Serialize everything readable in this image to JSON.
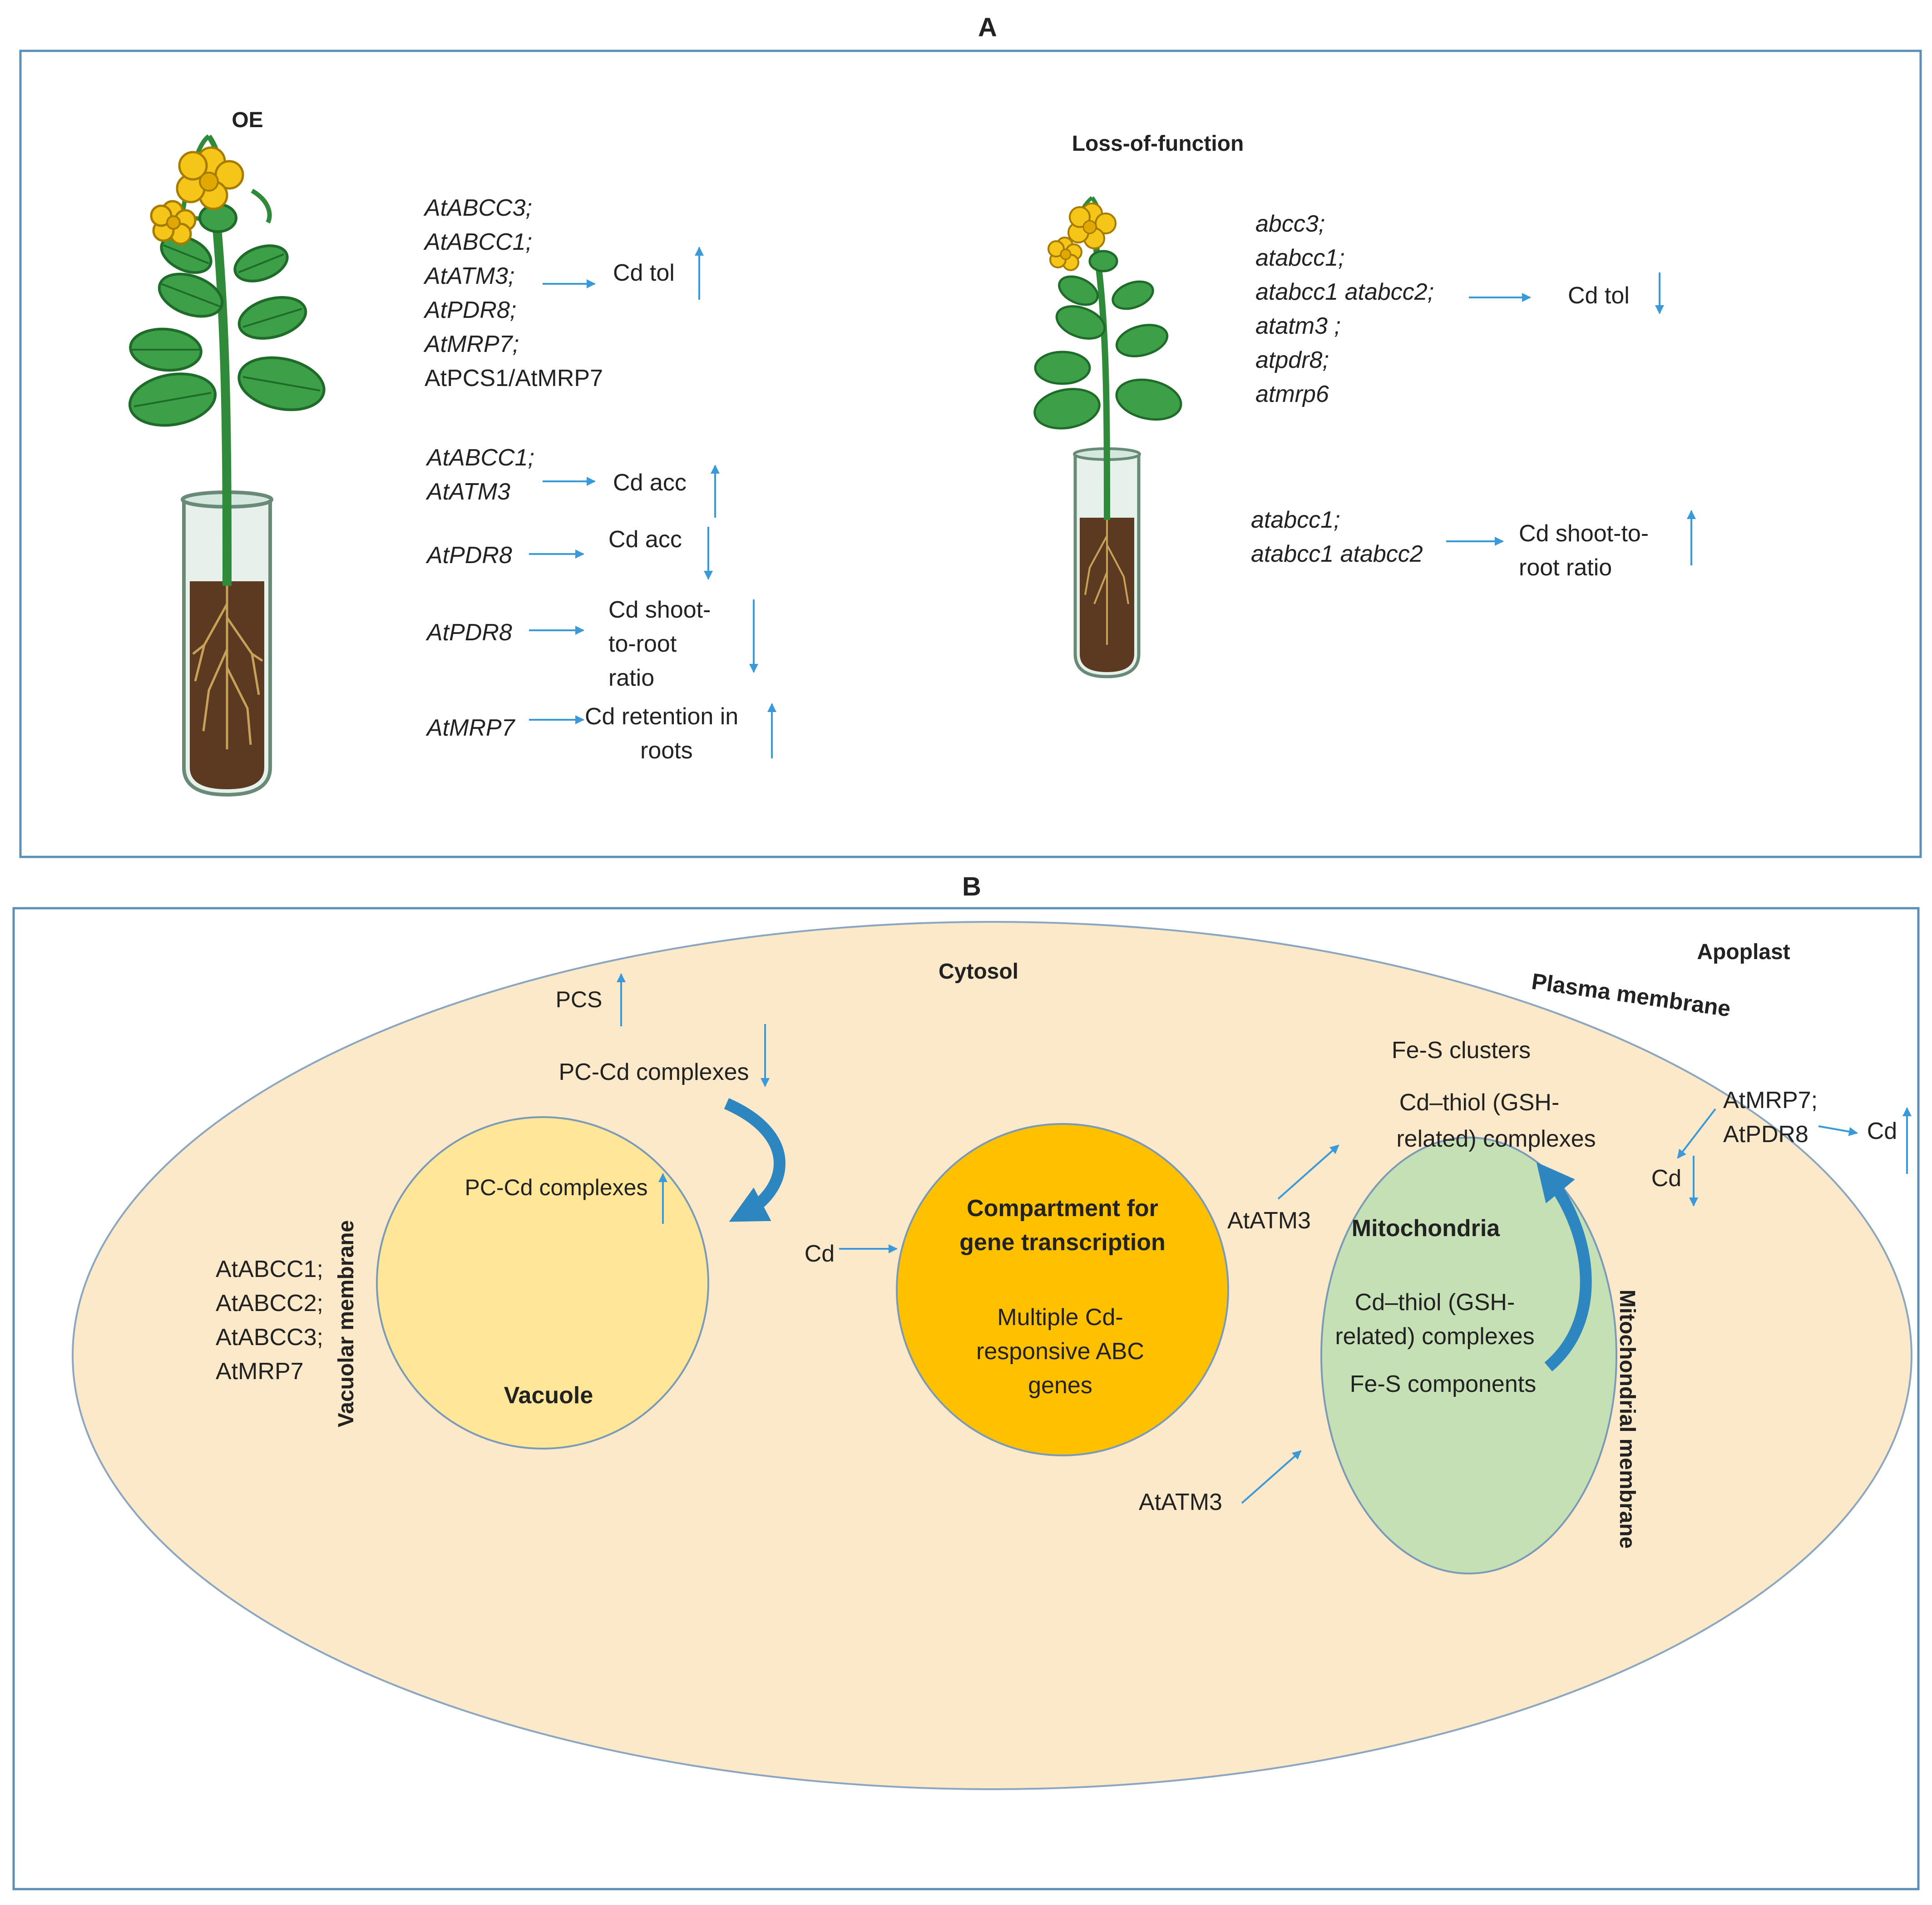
{
  "panel_a": {
    "label": "A",
    "oe": {
      "title": "OE",
      "groups": [
        {
          "genes": [
            "AtABCC3;",
            "AtABCC1;",
            "AtATM3;",
            "AtPDR8;",
            "AtMRP7;",
            "AtPCS1/AtMRP7"
          ],
          "effect": [
            "Cd tol"
          ],
          "direction": "up"
        },
        {
          "genes": [
            "AtABCC1;",
            "AtATM3"
          ],
          "effect": [
            "Cd acc"
          ],
          "direction": "up"
        },
        {
          "genes": [
            "AtPDR8"
          ],
          "effect": [
            "Cd acc"
          ],
          "direction": "down"
        },
        {
          "genes": [
            "AtPDR8"
          ],
          "effect": [
            "Cd shoot-",
            "to-root",
            "ratio"
          ],
          "direction": "down"
        },
        {
          "genes": [
            "AtMRP7"
          ],
          "effect": [
            "Cd retention in",
            "roots"
          ],
          "direction": "up"
        }
      ]
    },
    "lof": {
      "title": "Loss-of-function",
      "groups": [
        {
          "genes": [
            "abcc3;",
            "atabcc1;",
            "atabcc1 atabcc2;",
            "atatm3 ;",
            "atpdr8;",
            "atmrp6"
          ],
          "effect": [
            "Cd tol"
          ],
          "direction": "down"
        },
        {
          "genes": [
            "atabcc1;",
            "atabcc1 atabcc2"
          ],
          "effect": [
            "Cd shoot-to-",
            "root ratio"
          ],
          "direction": "up"
        }
      ]
    }
  },
  "panel_b": {
    "label": "B",
    "apoplast": "Apoplast",
    "plasma_membrane": "Plasma membrane",
    "cytosol": "Cytosol",
    "pcs": "PCS",
    "pc_cd_cytosol": "PC-Cd complexes",
    "pc_cd_vacuole": "PC-Cd complexes",
    "vacuole": "Vacuole",
    "vacuolar_membrane": "Vacuolar membrane",
    "vacuolar_transporters": [
      "AtABCC1;",
      "AtABCC2;",
      "AtABCC3;",
      "AtMRP7"
    ],
    "cd_to_nucleus": "Cd",
    "nucleus_title": [
      "Compartment for",
      "gene transcription"
    ],
    "nucleus_text": [
      "Multiple Cd-",
      "responsive ABC",
      "genes"
    ],
    "mitochondria": "Mitochondria",
    "mito_complexes": [
      "Cd–thiol (GSH-",
      "related) complexes"
    ],
    "mito_fes": "Fe-S components",
    "mitochondrial_membrane": "Mitochondrial membrane",
    "atm3_out": "AtATM3",
    "atm3_in": "AtATM3",
    "fes_clusters": "Fe-S clusters",
    "cyto_complexes": [
      "Cd–thiol (GSH-",
      "related) complexes"
    ],
    "pm_transporters": [
      "AtMRP7;",
      "AtPDR8"
    ],
    "cd_inside": "Cd",
    "cd_outside": "Cd"
  },
  "colors": {
    "frame": "#5b8fb5",
    "arrow": "#3a9ad9",
    "cell_fill": "#fbe9c9",
    "vacuole_fill": "#ffe699",
    "nucleus_fill": "#ffc000",
    "mito_fill": "#c5e0b4",
    "curved_arrow": "#2e86c1"
  }
}
